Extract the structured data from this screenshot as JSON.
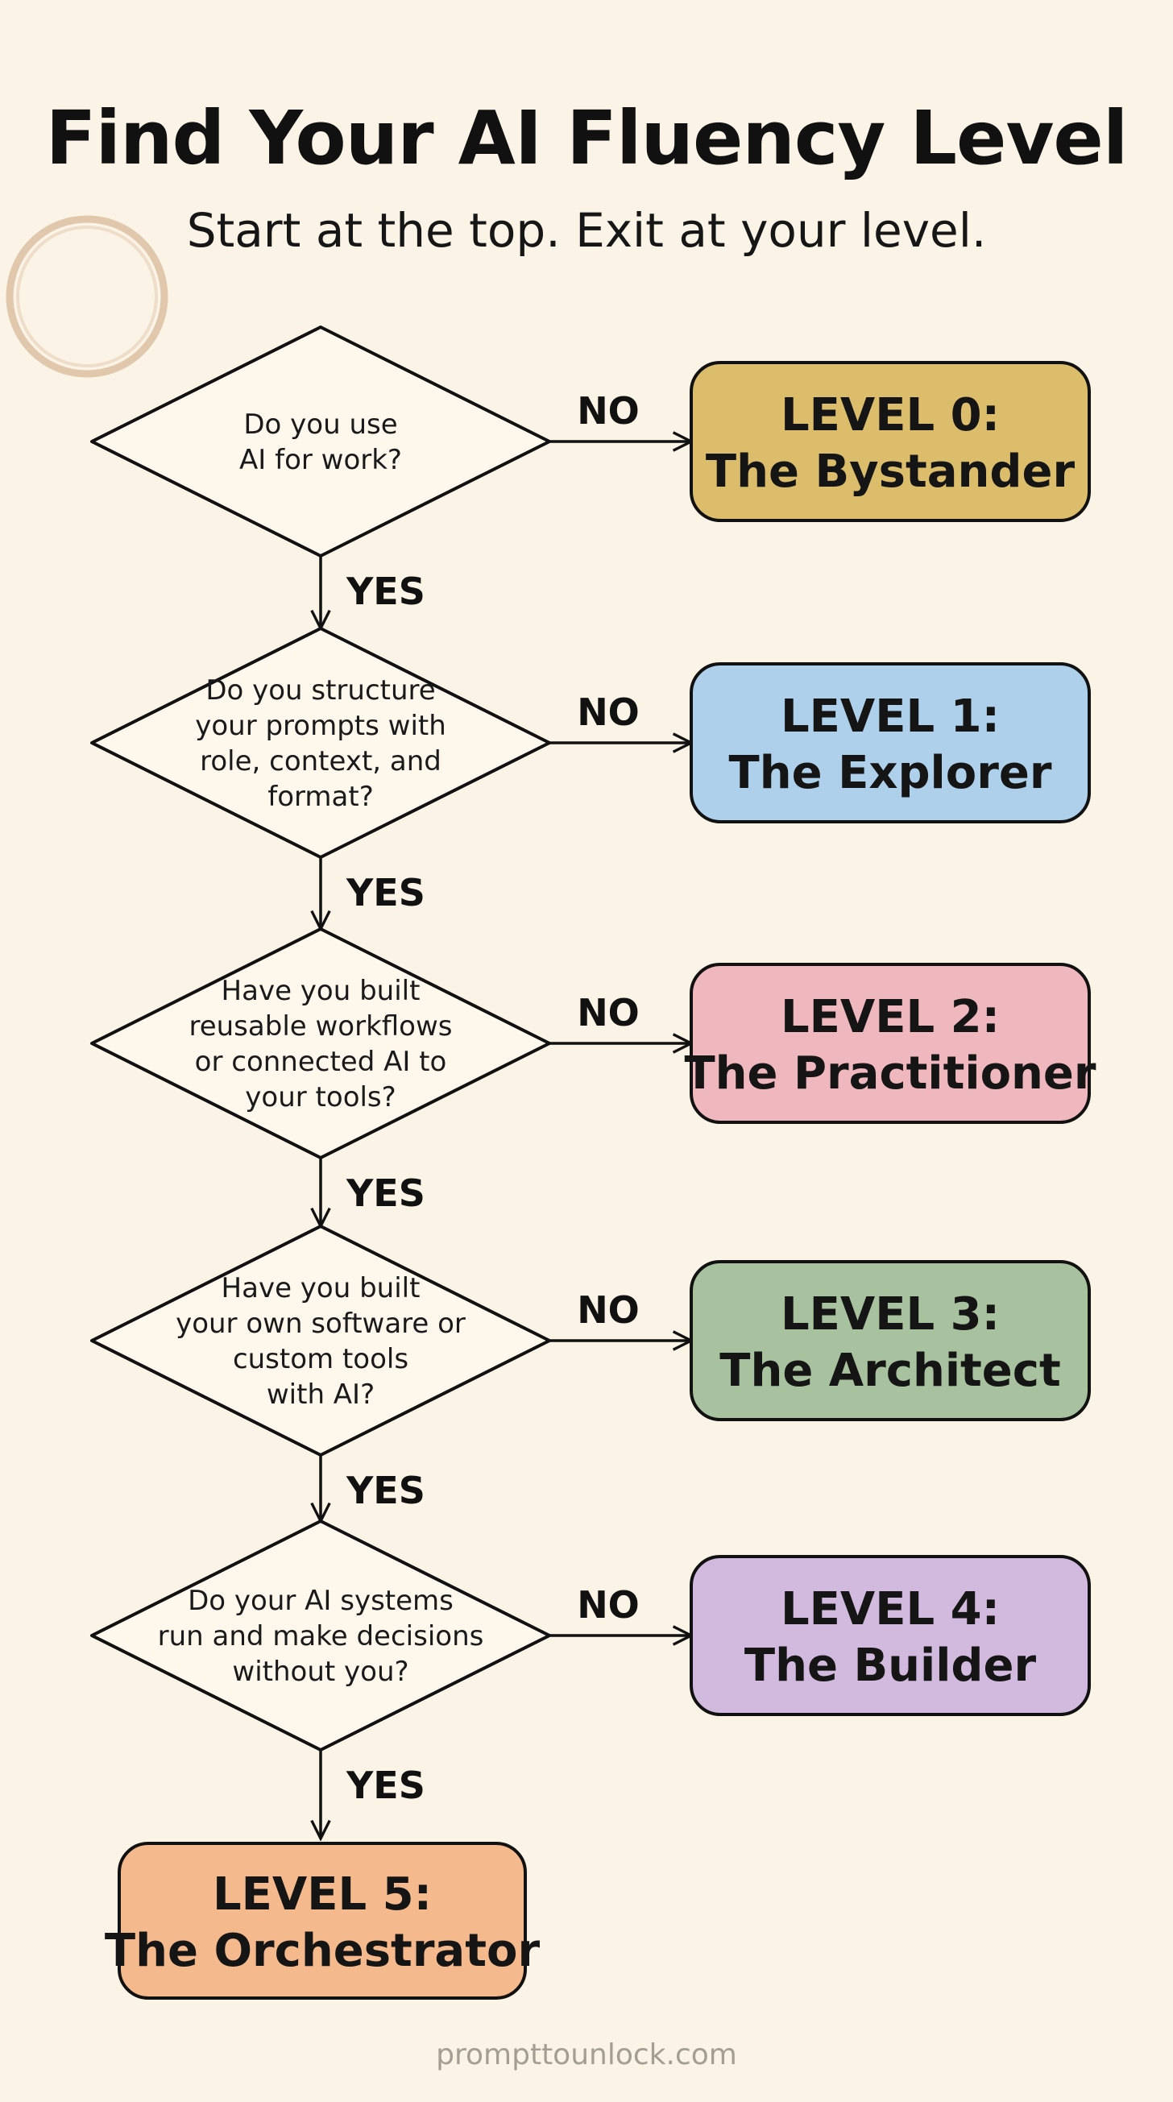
{
  "header": {
    "title": "Find Your AI Fluency Level",
    "subtitle": "Start at the top. Exit at your level."
  },
  "labels": {
    "yes": "YES",
    "no": "NO"
  },
  "questions": [
    {
      "lines": [
        "Do you use",
        "AI for work?"
      ]
    },
    {
      "lines": [
        "Do you structure",
        "your prompts with",
        "role, context, and",
        "format?"
      ]
    },
    {
      "lines": [
        "Have you built",
        "reusable workflows",
        "or connected AI to",
        "your tools?"
      ]
    },
    {
      "lines": [
        "Have you built",
        "your own software or",
        "custom tools",
        "with AI?"
      ]
    },
    {
      "lines": [
        "Do your AI systems",
        "run and make decisions",
        "without you?"
      ]
    }
  ],
  "levels": [
    {
      "title": "LEVEL 0:",
      "name": "The Bystander",
      "color": "#dbbd6b"
    },
    {
      "title": "LEVEL 1:",
      "name": "The Explorer",
      "color": "#aed0ea"
    },
    {
      "title": "LEVEL 2:",
      "name": "The Practitioner",
      "color": "#efb7be"
    },
    {
      "title": "LEVEL 3:",
      "name": "The Architect",
      "color": "#a8c19f"
    },
    {
      "title": "LEVEL 4:",
      "name": "The Builder",
      "color": "#d2bade"
    },
    {
      "title": "LEVEL 5:",
      "name": "The Orchestrator",
      "color": "#f4b98c"
    }
  ],
  "footer": "prompttounlock.com"
}
